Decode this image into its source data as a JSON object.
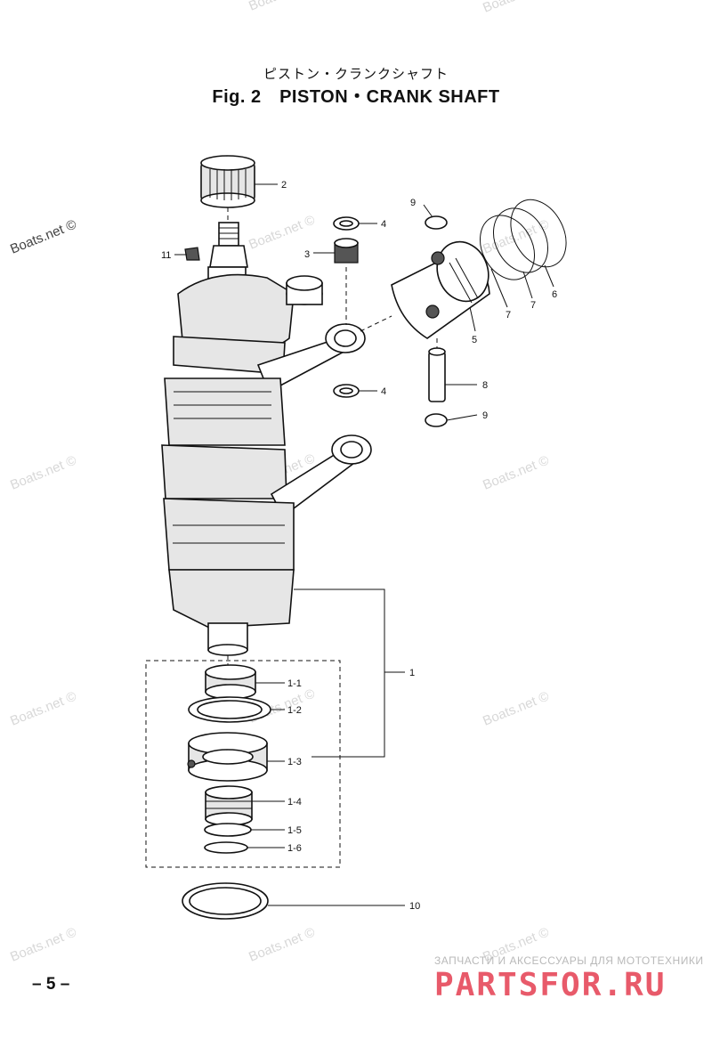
{
  "subtitle_jp": "ピストン・クランクシャフト",
  "title": "Fig. 2　PISTON・CRANK SHAFT",
  "callouts": {
    "p1": "1",
    "p1_1": "1-1",
    "p1_2": "1-2",
    "p1_3": "1-3",
    "p1_4": "1-4",
    "p1_5": "1-5",
    "p1_6": "1-6",
    "p2": "2",
    "p3": "3",
    "p4a": "4",
    "p4b": "4",
    "p5": "5",
    "p6": "6",
    "p7a": "7",
    "p7b": "7",
    "p8": "8",
    "p9a": "9",
    "p9b": "9",
    "p10": "10",
    "p11": "11"
  },
  "watermark": "Boats.net ©",
  "page_number": "– 5 –",
  "brand": {
    "tagline": "ЗАПЧАСТИ И АКСЕССУАРЫ ДЛЯ МОТОТЕХНИКИ",
    "name": "PARTSFOR.RU"
  }
}
